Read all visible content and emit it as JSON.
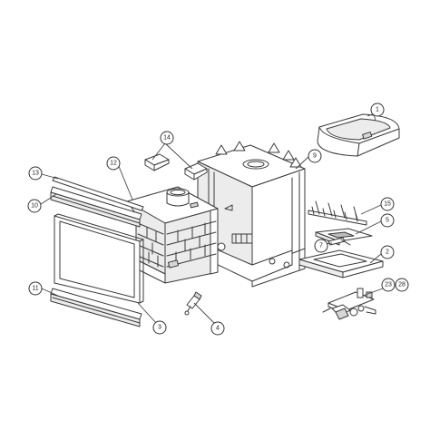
{
  "callouts": [
    {
      "id": "c1",
      "label": "1"
    },
    {
      "id": "c2",
      "label": "2"
    },
    {
      "id": "c3",
      "label": "3"
    },
    {
      "id": "c4",
      "label": "4"
    },
    {
      "id": "c5",
      "label": "5"
    },
    {
      "id": "c7",
      "label": "7"
    },
    {
      "id": "c9",
      "label": "9"
    },
    {
      "id": "c10",
      "label": "10"
    },
    {
      "id": "c11",
      "label": "11"
    },
    {
      "id": "c12",
      "label": "12"
    },
    {
      "id": "c13",
      "label": "13"
    },
    {
      "id": "c14",
      "label": "14"
    },
    {
      "id": "c15",
      "label": "15"
    },
    {
      "id": "c23",
      "label": "23"
    },
    {
      "id": "c28",
      "label": "28"
    }
  ]
}
